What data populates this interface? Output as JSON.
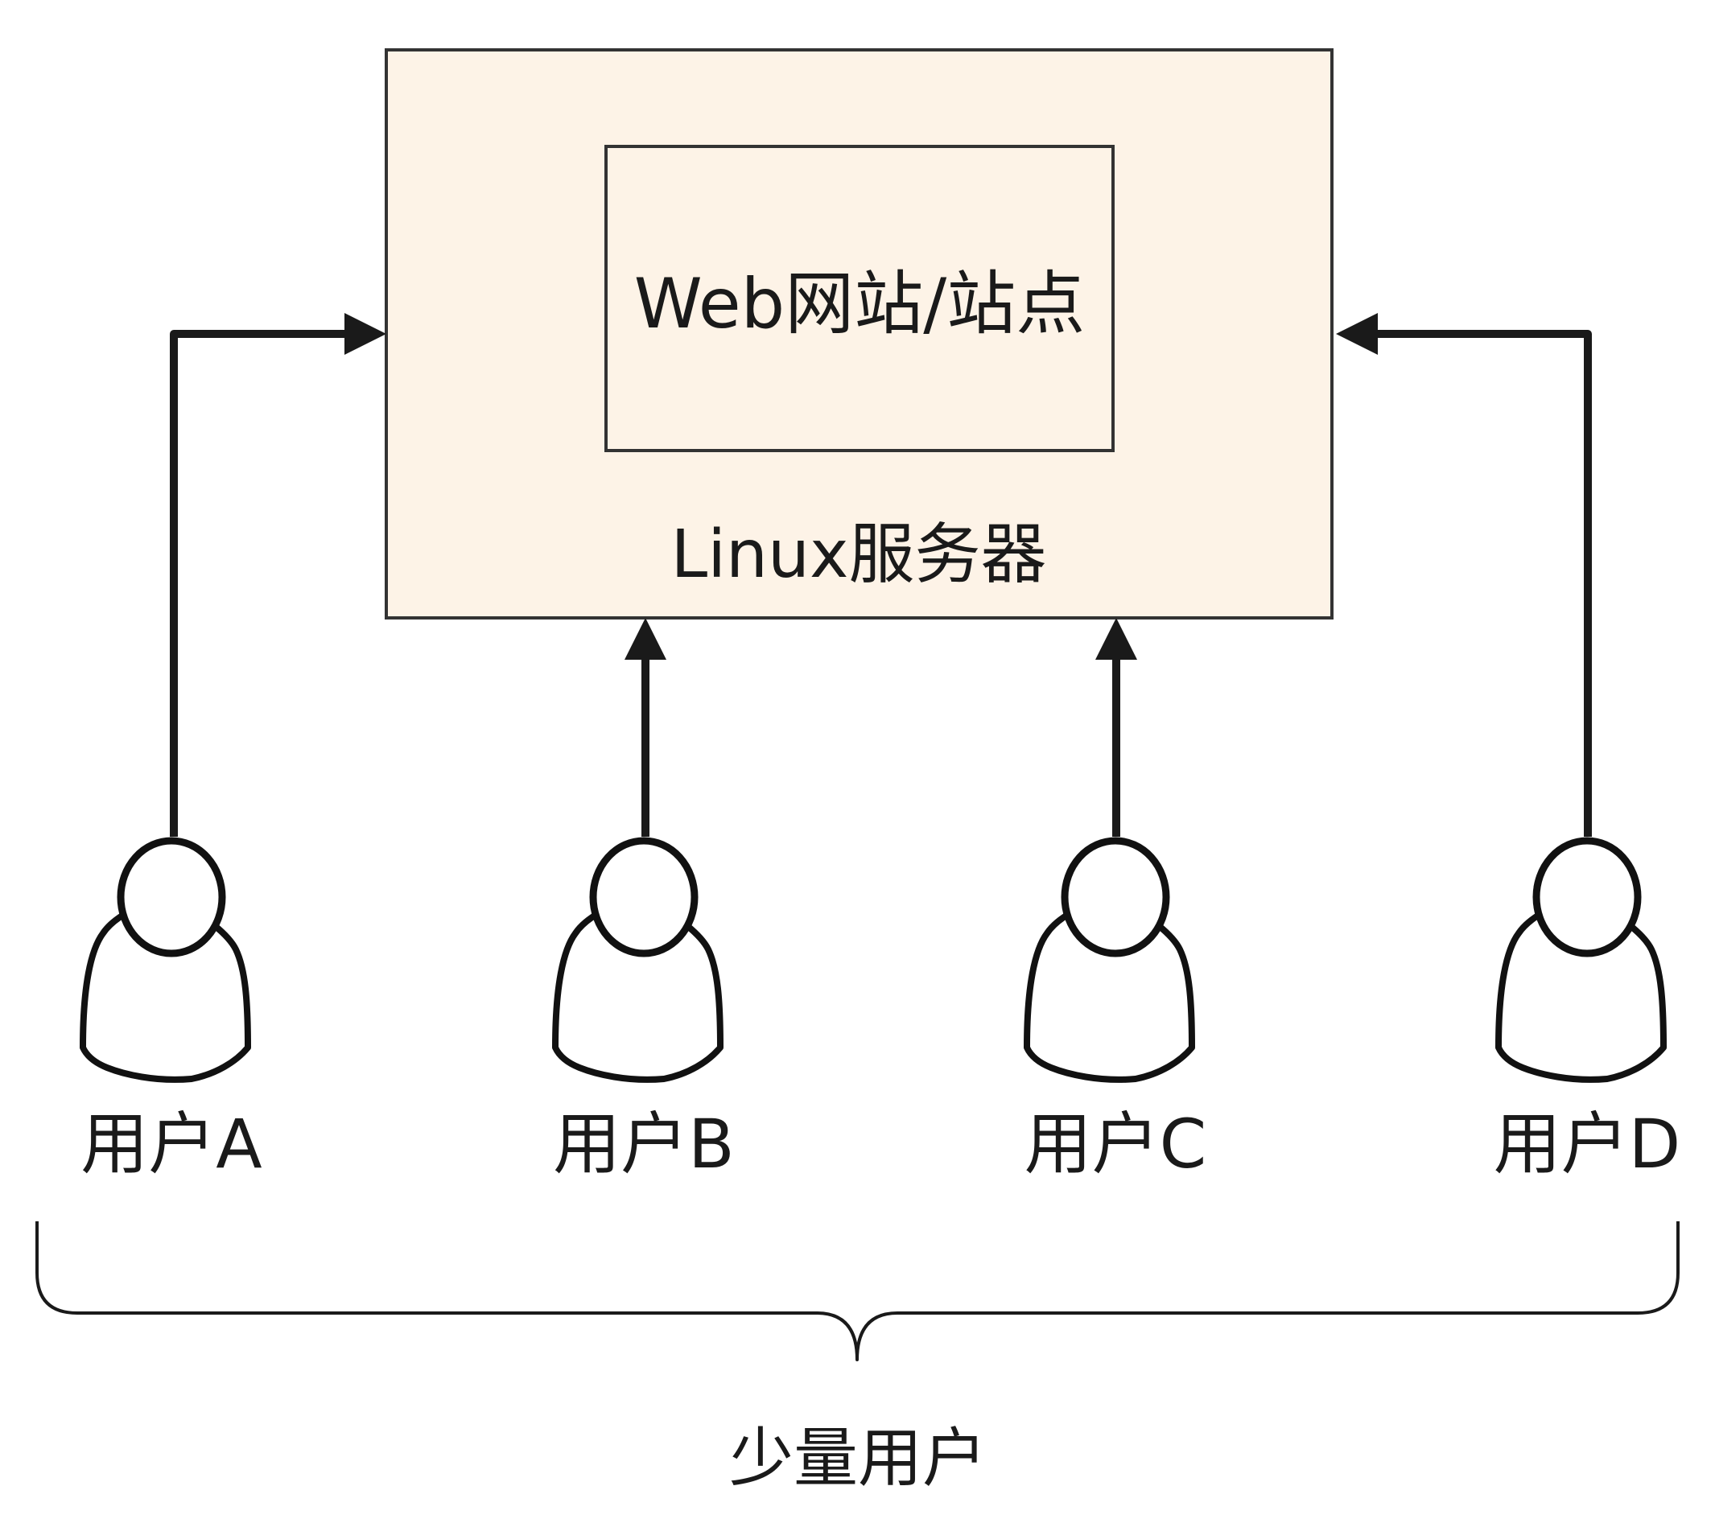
{
  "diagram": {
    "server": {
      "label": "Linux服务器",
      "fill_color": "#fdf3e7",
      "inner_box": {
        "label": "Web网站/站点"
      }
    },
    "users": [
      {
        "label": "用户A"
      },
      {
        "label": "用户B"
      },
      {
        "label": "用户C"
      },
      {
        "label": "用户D"
      }
    ],
    "group_label": "少量用户",
    "stroke_color": "#1a1a1a",
    "arrow_icon": "filled-triangle-arrowhead",
    "user_icon": "person-icon"
  }
}
